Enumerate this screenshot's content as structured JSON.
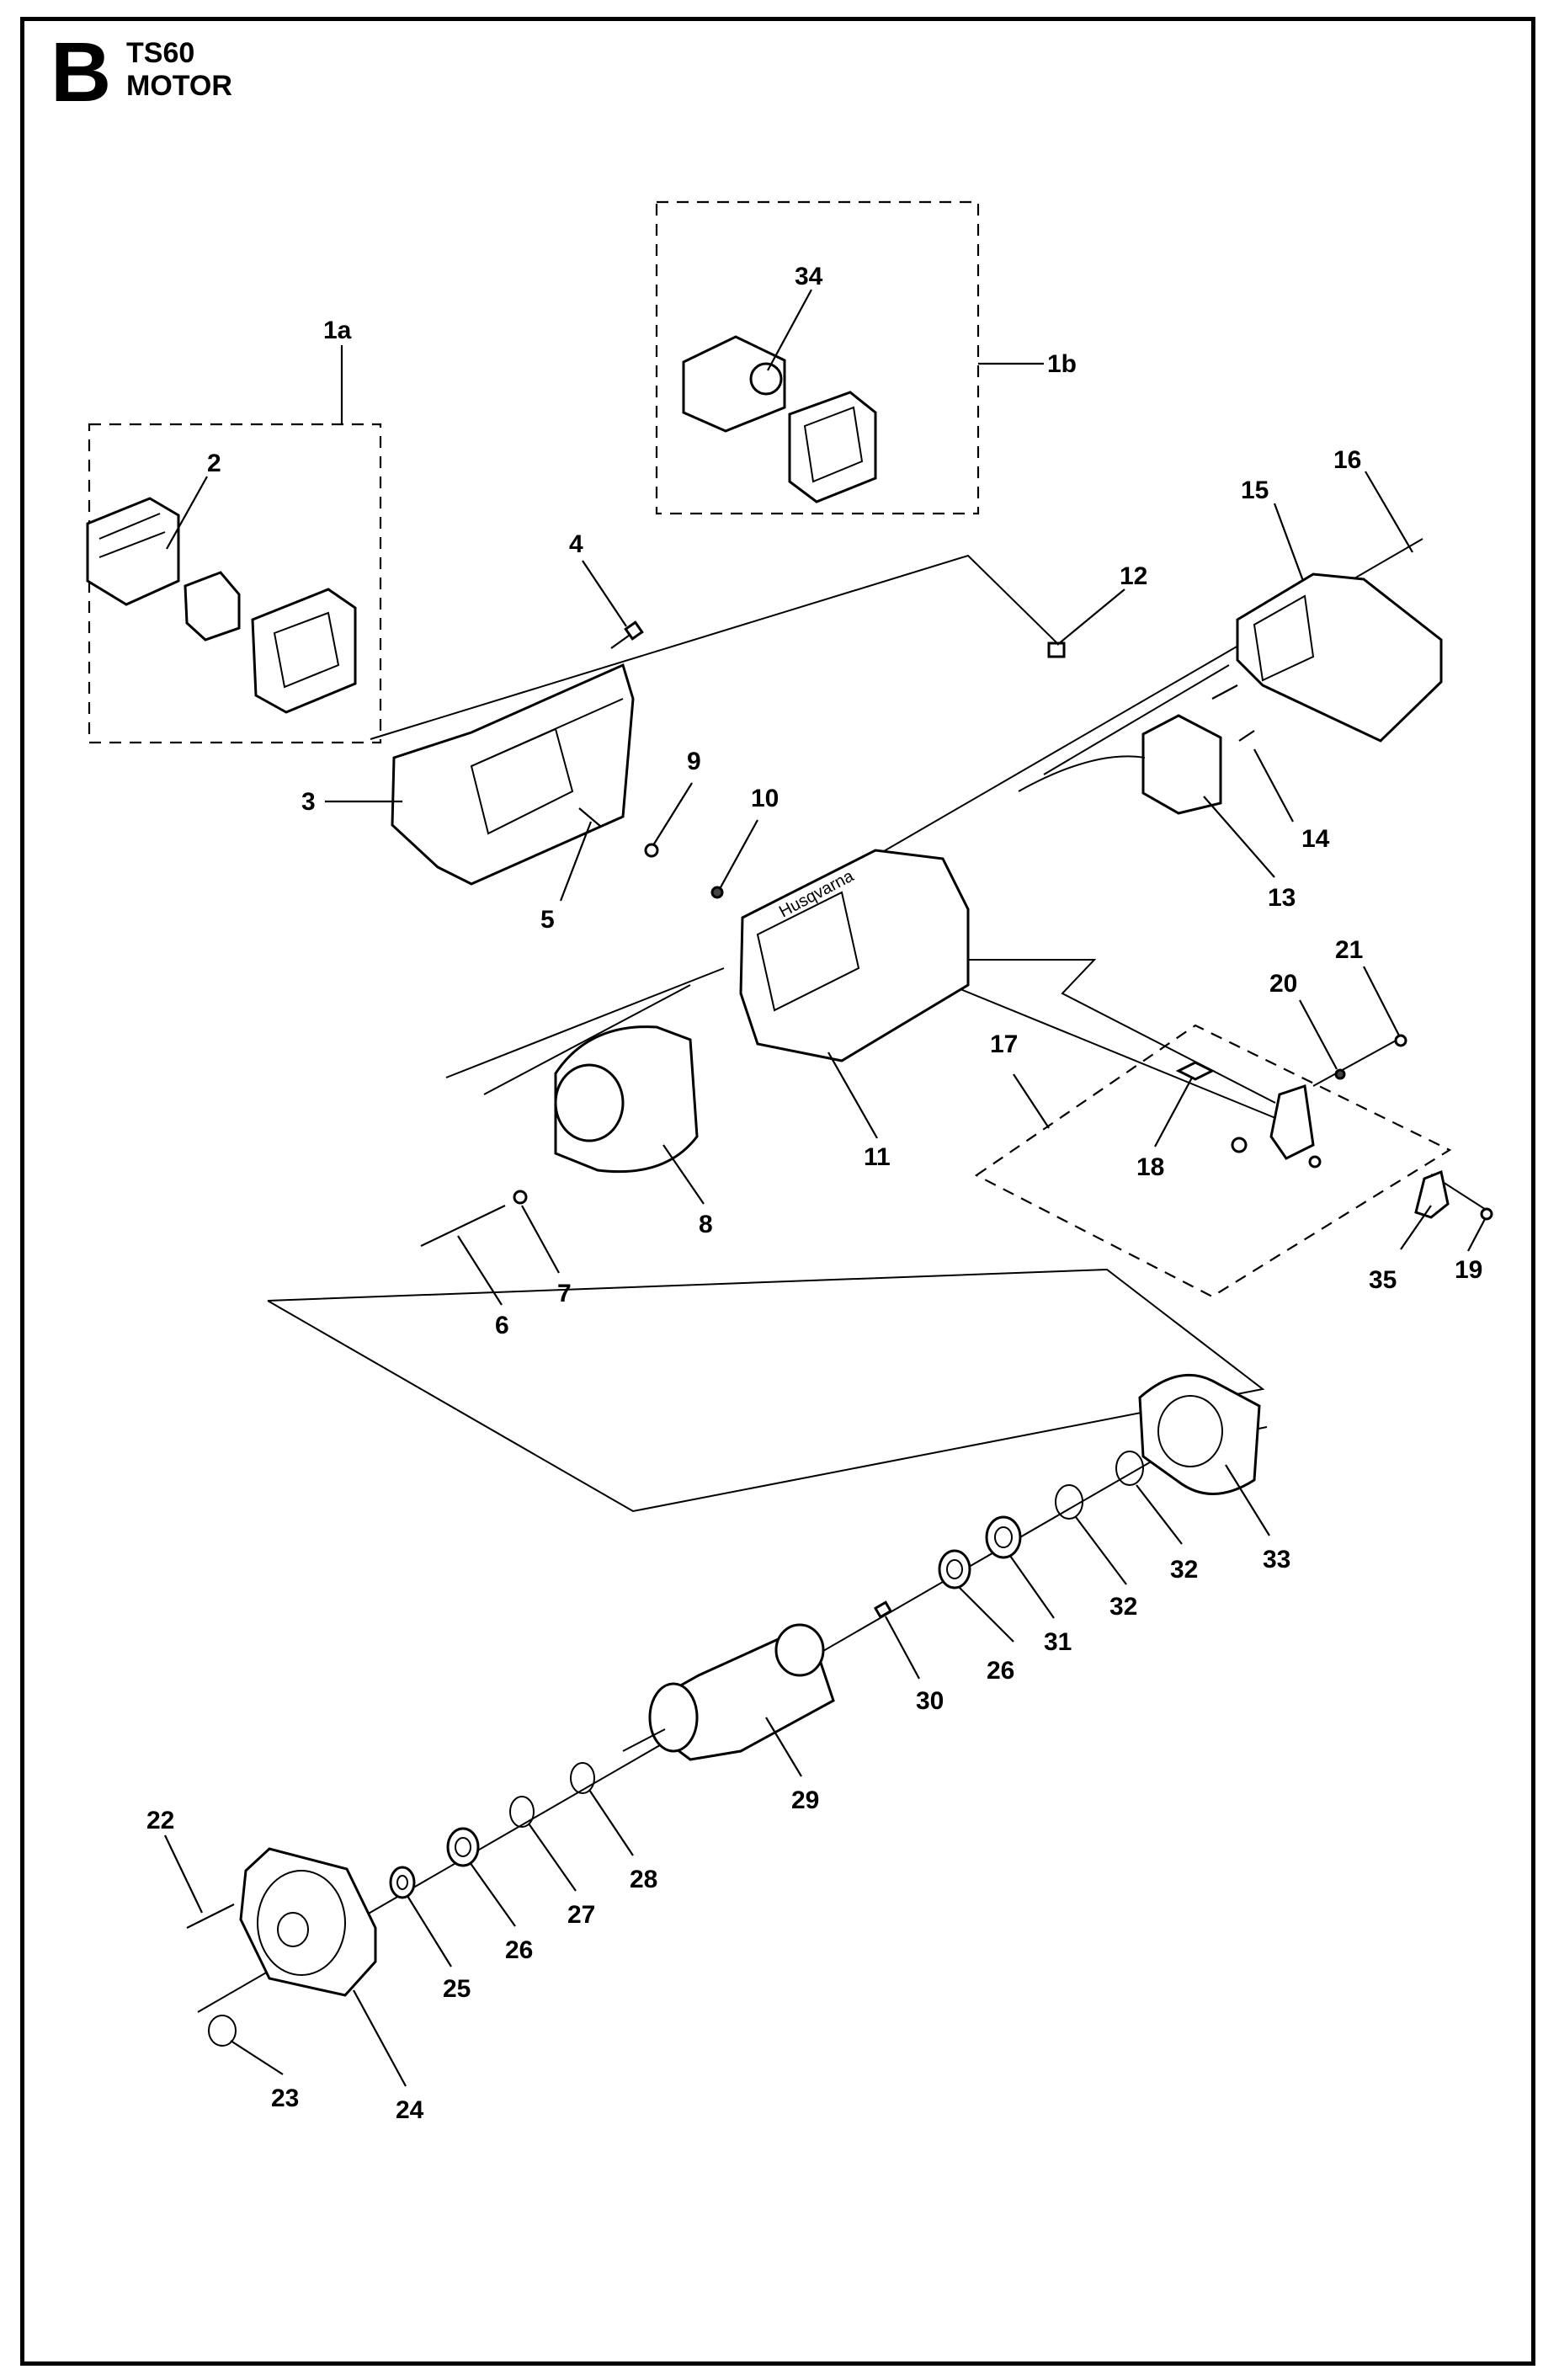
{
  "header": {
    "section_letter": "B",
    "model": "TS60",
    "title": "MOTOR"
  },
  "callouts": {
    "c1a": "1a",
    "c1b": "1b",
    "c2": "2",
    "c3": "3",
    "c4": "4",
    "c5": "5",
    "c6": "6",
    "c7": "7",
    "c8": "8",
    "c9": "9",
    "c10": "10",
    "c11": "11",
    "c12": "12",
    "c13": "13",
    "c14": "14",
    "c15": "15",
    "c16": "16",
    "c17": "17",
    "c18": "18",
    "c19": "19",
    "c20": "20",
    "c21": "21",
    "c22": "22",
    "c23": "23",
    "c24": "24",
    "c25": "25",
    "c26a": "26",
    "c26b": "26",
    "c27": "27",
    "c28": "28",
    "c29": "29",
    "c30": "30",
    "c31": "31",
    "c32a": "32",
    "c32b": "32",
    "c33": "33",
    "c34": "34",
    "c35": "35"
  },
  "housing_logo_text": "Husqvarna"
}
